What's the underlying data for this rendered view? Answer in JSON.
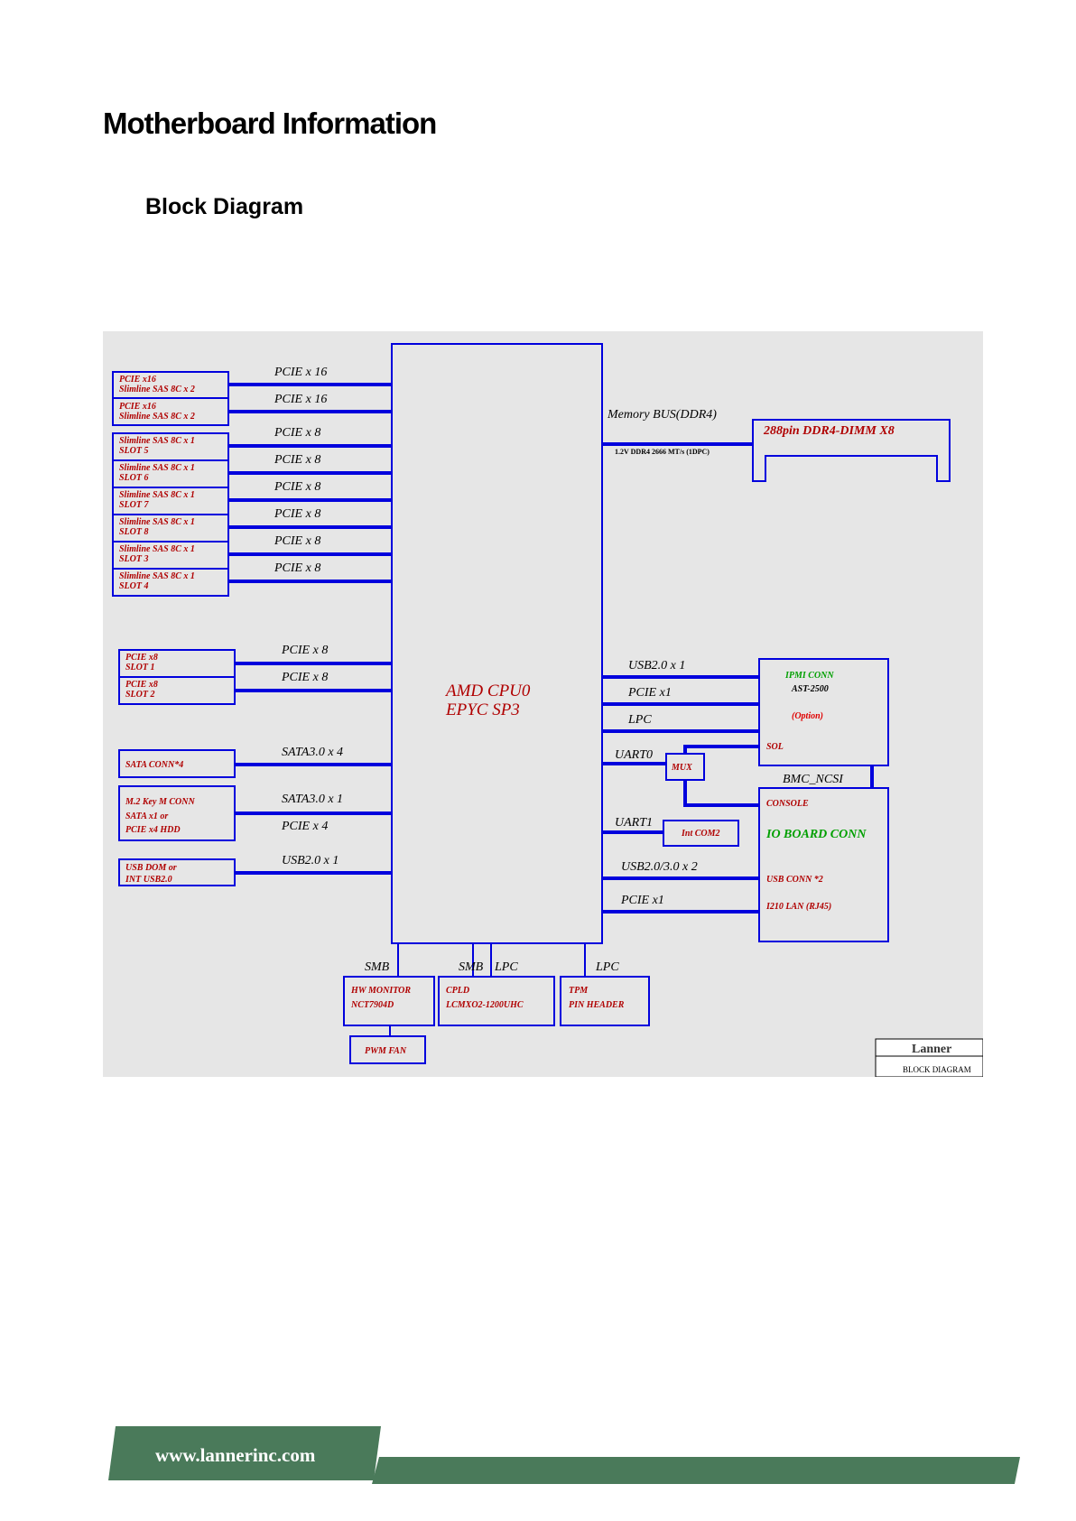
{
  "page": {
    "title": "Motherboard Information",
    "subtitle": "Block Diagram",
    "footer_url": "www.lannerinc.com"
  },
  "colors": {
    "line": "#0000dd",
    "red_text": "#b00000",
    "green_text": "#00a000",
    "diagram_bg": "#e6e6e6",
    "footer_green": "#4a7a5a"
  },
  "cpu": {
    "line1": "AMD CPU0",
    "line2": "EPYC SP3"
  },
  "left_boxes": [
    {
      "l1": "PCIE x16",
      "l2": "Slimline SAS 8C x 2"
    },
    {
      "l1": "PCIE x16",
      "l2": "Slimline SAS 8C x 2"
    },
    {
      "l1": "Slimline SAS 8C x 1",
      "l2": "SLOT 5"
    },
    {
      "l1": "Slimline SAS 8C x 1",
      "l2": "SLOT 6"
    },
    {
      "l1": "Slimline SAS 8C x 1",
      "l2": "SLOT 7"
    },
    {
      "l1": "Slimline SAS 8C x 1",
      "l2": "SLOT 8"
    },
    {
      "l1": "Slimline SAS 8C x 1",
      "l2": "SLOT 3"
    },
    {
      "l1": "Slimline SAS 8C x 1",
      "l2": "SLOT 4"
    },
    {
      "l1": "PCIE x8",
      "l2": "SLOT 1"
    },
    {
      "l1": "PCIE x8",
      "l2": "SLOT 2"
    },
    {
      "l1": "SATA   CONN*4",
      "l2": ""
    },
    {
      "l1": "M.2 Key M CONN",
      "l2": "SATA x1  or",
      "l3": "PCIE x4 HDD"
    },
    {
      "l1": "USB DOM or",
      "l2": " INT USB2.0"
    }
  ],
  "left_links": [
    "PCIE x 16",
    "PCIE x 16",
    "PCIE x 8",
    "PCIE x 8",
    "PCIE x 8",
    "PCIE x 8",
    "PCIE x 8",
    "PCIE x 8",
    "PCIE x 8",
    "PCIE x 8",
    "SATA3.0 x 4",
    "SATA3.0 x 1",
    "PCIE x 4",
    "USB2.0 x 1"
  ],
  "memory": {
    "bus": "Memory  BUS(DDR4)",
    "spec": "1.2V  DDR4  2666  MT/s  (1DPC)",
    "dimm": "288pin  DDR4-DIMM  X8"
  },
  "right_links": [
    "USB2.0 x 1",
    "PCIE x1",
    "LPC",
    "UART0",
    "BMC_NCSI",
    "UART1",
    "USB2.0/3.0 x 2",
    "PCIE x1"
  ],
  "ipmi": {
    "title": "IPMI  CONN",
    "chip": "AST-2500",
    "option": "(Option)",
    "sol": "SOL"
  },
  "mux": "MUX",
  "int_com": "Int  COM2",
  "io_board": {
    "console": "CONSOLE",
    "title": "IO BOARD CONN",
    "usb": "USB  CONN  *2",
    "lan": "I210  LAN  (RJ45)"
  },
  "bottom_links": [
    "SMB",
    "SMB",
    "LPC",
    "LPC"
  ],
  "bottom_boxes": [
    {
      "l1": "HW  MONITOR",
      "l2": "NCT7904D"
    },
    {
      "l1": "CPLD",
      "l2": "LCMXO2-1200UHC"
    },
    {
      "l1": "TPM",
      "l2": "PIN  HEADER"
    },
    {
      "l1": "PWM  FAN",
      "l2": ""
    }
  ],
  "title_block": {
    "logo": "Lanner",
    "label": "BLOCK  DIAGRAM"
  }
}
